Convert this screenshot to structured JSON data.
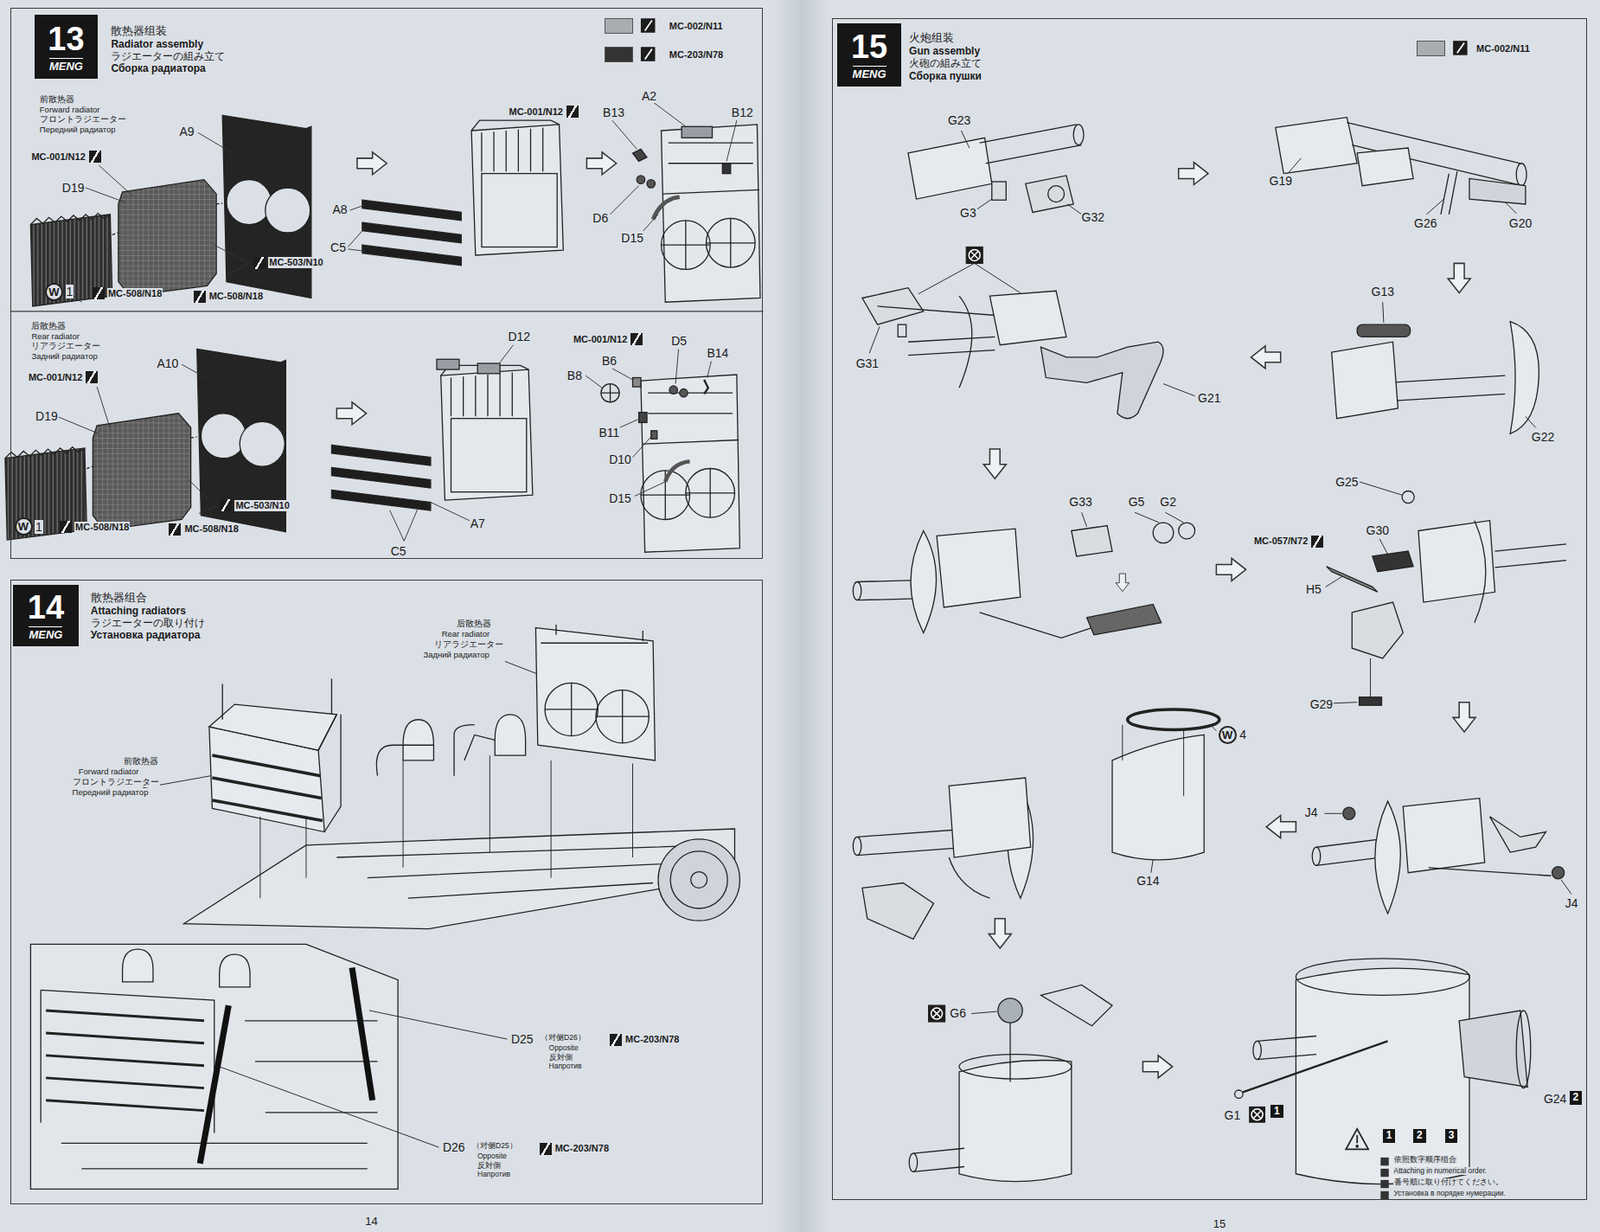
{
  "diagram": {
    "nodes": [
      {
        "text": [
          "散热器组装",
          "Radiator assembly",
          "ラジエーターの組み立て",
          "Сборка радиатора"
        ]
      },
      {
        "text": [
          "13",
          "MENG"
        ],
        "in": 0
      },
      {
        "text": [
          "散热器组合",
          "Attaching radiators",
          "ラジエーターの取り付け",
          "Установка радиатора"
        ]
      },
      {
        "text": [
          "14",
          "MENG"
        ],
        "in": 2
      },
      {
        "text": [
          "火炮组装",
          "Gun assembly",
          "火砲の組み立て",
          "Сборка пушки"
        ]
      },
      {
        "text": [
          "15",
          "MENG"
        ],
        "in": 4
      }
    ],
    "labels": [
      "前散热器",
      "Forward radiator",
      "フロントラジエーター",
      "Передний радиатор",
      "A9",
      "MC-001/N12",
      "D19",
      "MC-503/N10",
      "W",
      "1",
      "MC-508/N18",
      "MC-508/N18",
      "A8",
      "C5",
      "MC-001/N12",
      "B13",
      "A2",
      "B12",
      "D6",
      "D15",
      "后散热器",
      "Rear radiator",
      "リアラジエーター",
      "Задний радиатор",
      "A10",
      "MC-001/N12",
      "D19",
      "MC-503/N10",
      "W",
      "1",
      "MC-508/N18",
      "MC-508/N18",
      "D12",
      "C5",
      "A7",
      "MC-001/N12",
      "D5",
      "B6",
      "B8",
      "B14",
      "B11",
      "D10",
      "D15",
      "后散热器",
      "Rear radiator",
      "リアラジエーター",
      "Задний радиатор",
      "前散热器",
      "Forward radiator",
      "フロントラジエーター",
      "Передний радиатор",
      "D25",
      "（对侧D26）",
      "Opposite",
      "反対側",
      "Напротив",
      "MC-203/N78",
      "D26",
      "（对侧D25）",
      "Opposite",
      "反対側",
      "Напротив",
      "MC-203/N78",
      "14",
      "G23",
      "G3",
      "G32",
      "G19",
      "G26",
      "G20",
      "G31",
      "G21",
      "G13",
      "G22",
      "G33",
      "G5",
      "G2",
      "G25",
      "MC-057/N72",
      "G30",
      "H5",
      "G29",
      "W",
      "4",
      "J4",
      "J4",
      "G14",
      "G6",
      "G1",
      "1",
      "G24",
      "2",
      "1",
      "2",
      "3",
      "依照数字顺序组合",
      "Attaching in numerical order.",
      "番号順に取り付けてください。",
      "Установка в порядке нумерации.",
      "15"
    ],
    "legend": [
      {
        "text": "MC-002/N11",
        "color": "#a9adb2"
      },
      {
        "text": "MC-203/N78",
        "color": "#333333"
      },
      {
        "text": "MC-002/N11",
        "color": "#a9adb2"
      }
    ]
  }
}
